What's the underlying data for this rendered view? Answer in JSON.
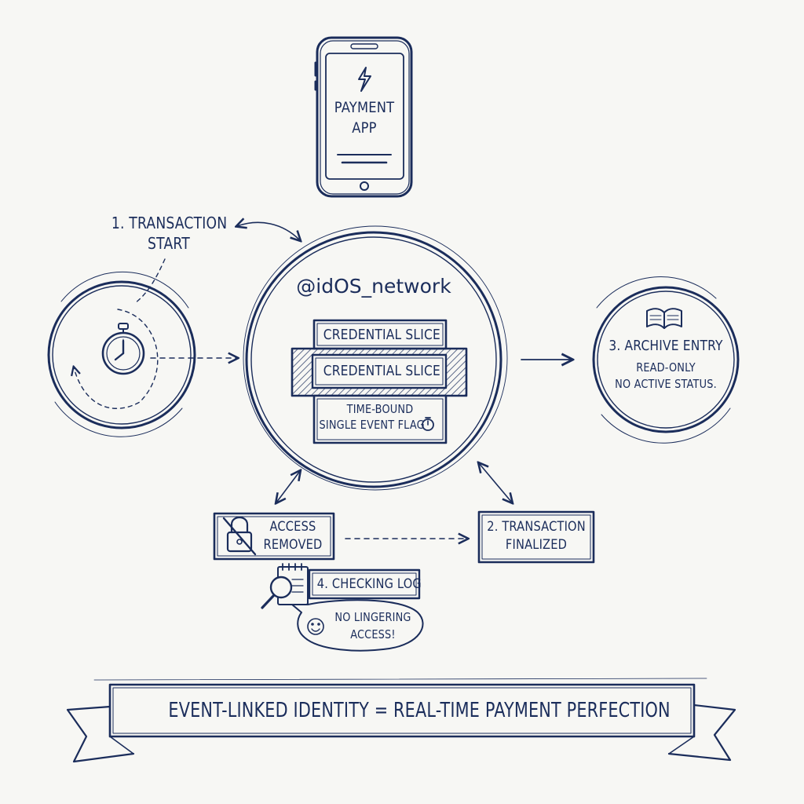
{
  "phone": {
    "line1": "PAYMENT",
    "line2": "APP"
  },
  "step1": {
    "line1": "1. TRANSACTION",
    "line2": "START"
  },
  "hub": {
    "title": "@idOS_network",
    "slice1": "CREDENTIAL SLICE",
    "slice2": "CREDENTIAL SLICE",
    "flag_line1": "TIME-BOUND",
    "flag_line2": "SINGLE EVENT FLAG"
  },
  "archive": {
    "title": "3. ARCHIVE ENTRY",
    "line2": "READ-ONLY",
    "line3": "NO ACTIVE STATUS."
  },
  "access": {
    "line1": "ACCESS",
    "line2": "REMOVED"
  },
  "step2": {
    "line1": "2. TRANSACTION",
    "line2": "FINALIZED"
  },
  "log": {
    "label": "4. CHECKING LOG"
  },
  "bubble": {
    "line1": "NO LINGERING",
    "line2": "ACCESS!"
  },
  "banner": {
    "text": "EVENT-LINKED IDENTITY = REAL-TIME PAYMENT PERFECTION"
  },
  "colors": {
    "ink": "#1b2d5b",
    "paper": "#f7f7f4",
    "hatch": "#3a4a72"
  }
}
